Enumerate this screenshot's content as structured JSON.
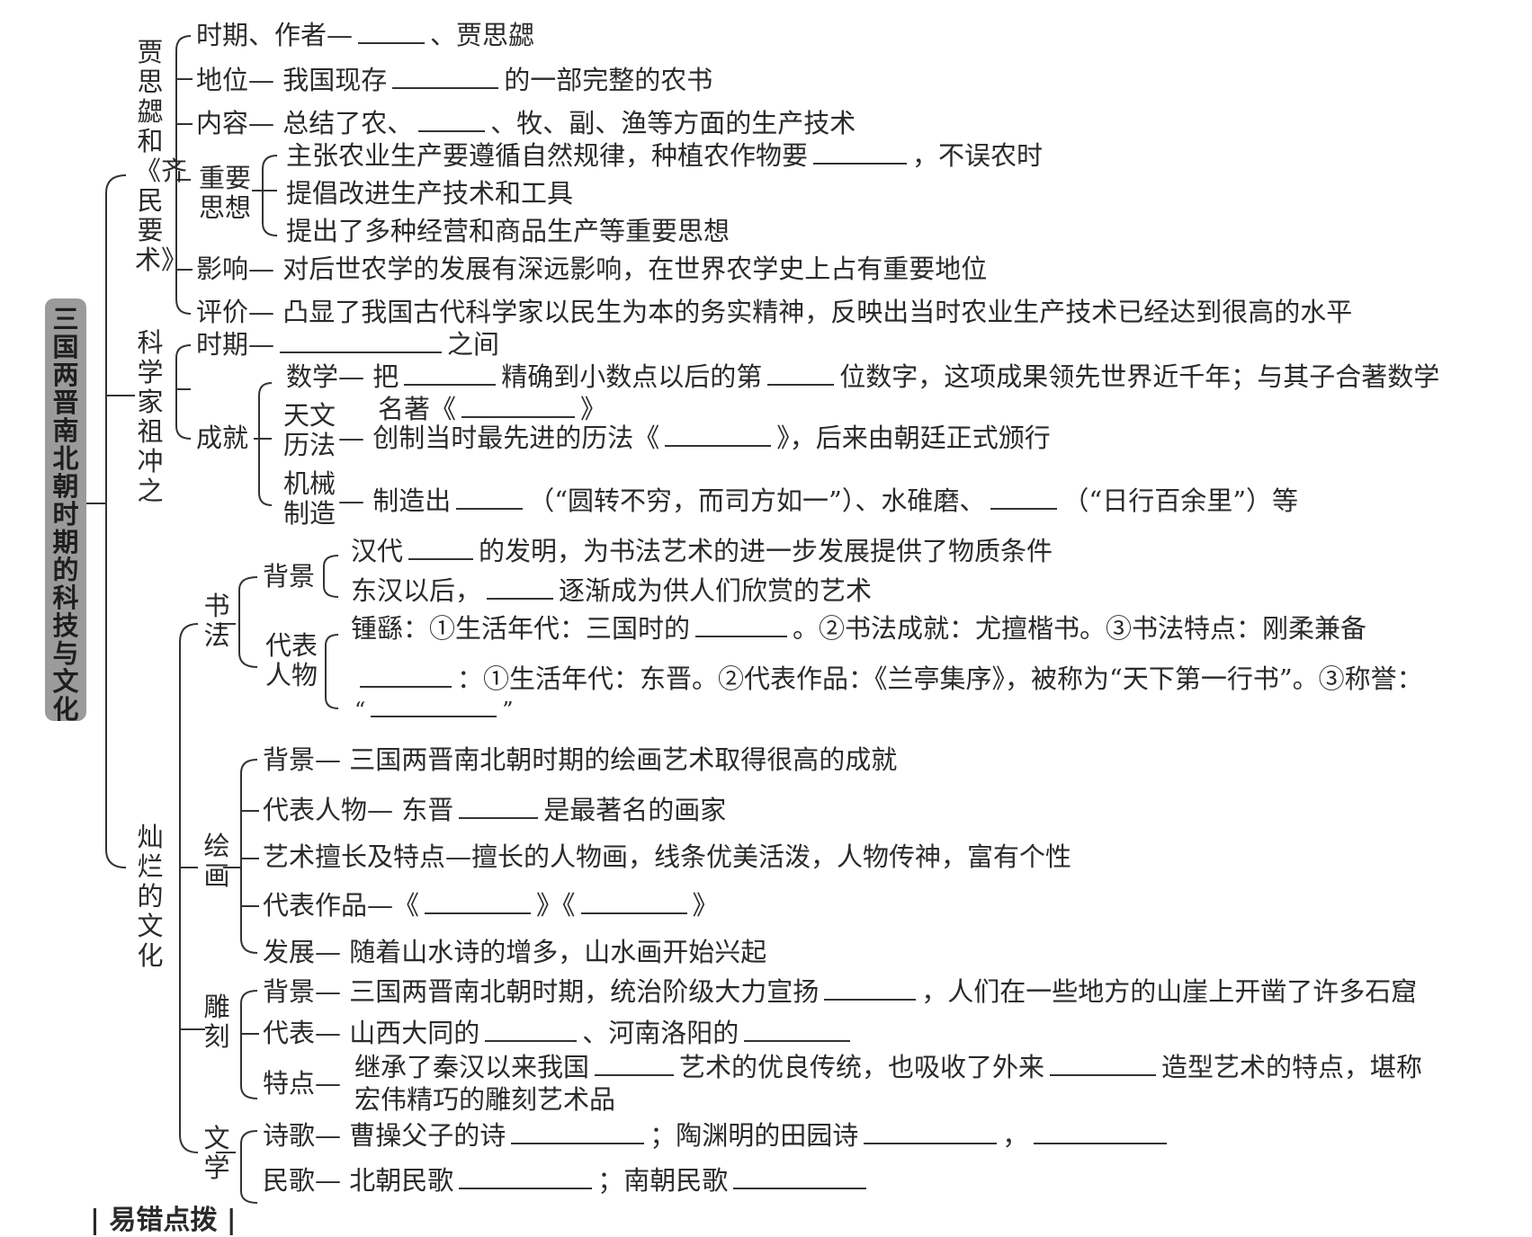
{
  "title": "三国两晋南北朝时期的科技与文化",
  "sections": {
    "jia": "贾思勰和《齐民要术》",
    "zu": "科学家祖冲之",
    "culture": "灿烂的文化"
  },
  "jia_rows": {
    "period": "时期、作者—",
    "period_tail": "、贾思勰",
    "status_pre": "地位— 我国现存",
    "status_tail": "的一部完整的农书",
    "content_pre": "内容— 总结了农、",
    "content_tail": "、牧、副、渔等方面的生产技术",
    "idea_label": "重要思想",
    "idea1_pre": "主张农业生产要遵循自然规律，种植农作物要",
    "idea1_tail": "，不误农时",
    "idea2": "提倡改进生产技术和工具",
    "idea3": "提出了多种经营和商品生产等重要思想",
    "influence": "影响— 对后世农学的发展有深远影响，在世界农学史上占有重要地位",
    "evaluation": "评价— 凸显了我国古代科学家以民生为本的务实精神，反映出当时农业生产技术已经达到很高的水平"
  },
  "zu_rows": {
    "period_pre": "时期—",
    "period_tail": "之间",
    "achieve_label": "成就",
    "math_pre": "数学— 把",
    "math_mid": "精确到小数点以后的第",
    "math_tail": "位数字，这项成果领先世界近千年；与其子合著数学",
    "math_line2_pre": "名著《",
    "math_line2_tail": "》",
    "astro_label": "天文历法",
    "astro_pre": "— 创制当时最先进的历法《",
    "astro_tail": "》，后来由朝廷正式颁行",
    "mech_label": "机械制造",
    "mech_pre": "— 制造出",
    "mech_mid": "（“圆转不穷，而司方如一”）、水碓磨、",
    "mech_tail": "（“日行百余里”）等"
  },
  "calligraphy": {
    "label": "书法",
    "bg_label": "背景",
    "bg1_pre": "汉代",
    "bg1_tail": "的发明，为书法艺术的进一步发展提供了物质条件",
    "bg2_pre": "东汉以后，",
    "bg2_tail": "逐渐成为供人们欣赏的艺术",
    "rep_label": "代表人物",
    "rep1_pre": "锺繇：①生活年代：三国时的",
    "rep1_tail": "。②书法成就：尤擅楷书。③书法特点：刚柔兼备",
    "rep2_tail": "：①生活年代：东晋。②代表作品：《兰亭集序》，被称为“天下第一行书”。③称誉：",
    "rep2_line2_pre": "“",
    "rep2_line2_tail": "”"
  },
  "painting": {
    "label": "绘画",
    "bg": "背景— 三国两晋南北朝时期的绘画艺术取得很高的成就",
    "rep_pre": "代表人物— 东晋",
    "rep_tail": "是最著名的画家",
    "art": "艺术擅长及特点—擅长的人物画，线条优美活泼，人物传神，富有个性",
    "works_pre": "代表作品—《",
    "works_mid": "》《",
    "works_tail": "》",
    "dev": "发展— 随着山水诗的增多，山水画开始兴起"
  },
  "sculpture": {
    "label": "雕刻",
    "bg_pre": "背景— 三国两晋南北朝时期，统治阶级大力宣扬",
    "bg_tail": "，人们在一些地方的山崖上开凿了许多石窟",
    "rep_pre": "代表— 山西大同的",
    "rep_mid": "、河南洛阳的",
    "feat_pre": "特点—",
    "feat1_pre": "继承了秦汉以来我国",
    "feat1_mid": "艺术的优良传统，也吸收了外来",
    "feat1_tail": "造型艺术的特点，堪称",
    "feat2": "宏伟精巧的雕刻艺术品"
  },
  "literature": {
    "label": "文学",
    "poem_pre": "诗歌— 曹操父子的诗",
    "poem_mid": "；陶渊明的田园诗",
    "poem_sep": "，",
    "folk_pre": "民歌— 北朝民歌",
    "folk_mid": "；南朝民歌"
  },
  "bottom_label": "| 易错点拨 |"
}
